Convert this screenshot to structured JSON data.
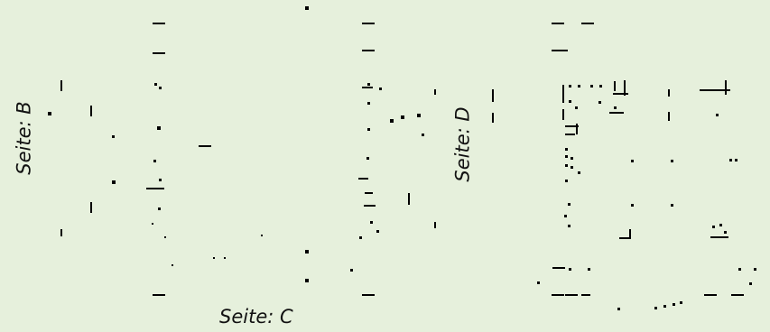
{
  "labels": {
    "side_b": "Seite: B",
    "side_c": "Seite: C",
    "side_d": "Seite: D"
  },
  "colors": {
    "background": "#e6f0dc",
    "ink": "#000000"
  }
}
